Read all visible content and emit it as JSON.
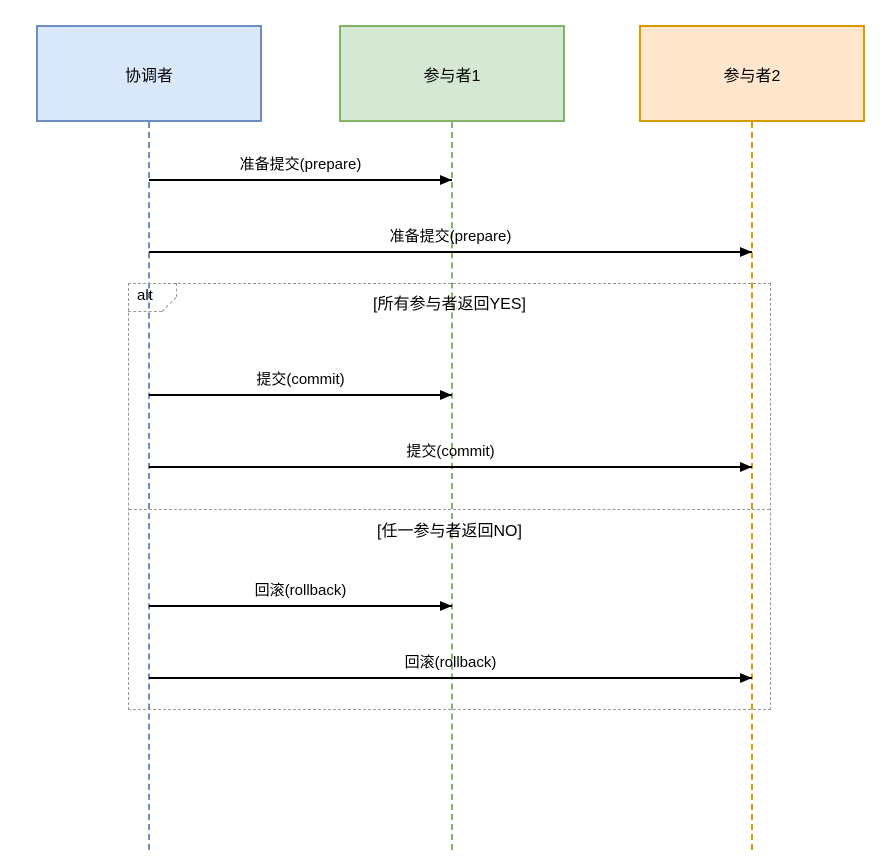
{
  "actors": [
    {
      "label": "协调者",
      "fill": "#dae8fc",
      "border": "#6c8ebf"
    },
    {
      "label": "参与者1",
      "fill": "#d5e8d4",
      "border": "#82b366"
    },
    {
      "label": "参与者2",
      "fill": "#ffe6cc",
      "border": "#d79b00"
    }
  ],
  "messages": [
    {
      "label": "准备提交(prepare)",
      "from": "协调者",
      "to": "参与者1"
    },
    {
      "label": "准备提交(prepare)",
      "from": "协调者",
      "to": "参与者2"
    },
    {
      "label": "提交(commit)",
      "from": "协调者",
      "to": "参与者1"
    },
    {
      "label": "提交(commit)",
      "from": "协调者",
      "to": "参与者2"
    },
    {
      "label": "回滚(rollback)",
      "from": "协调者",
      "to": "参与者1"
    },
    {
      "label": "回滚(rollback)",
      "from": "协调者",
      "to": "参与者2"
    }
  ],
  "alt_frame": {
    "operator": "alt",
    "guards": [
      "[所有参与者返回YES]",
      "[任一参与者返回NO]"
    ]
  },
  "colors": {
    "arrow": "#000000",
    "frame_border": "#999999"
  }
}
